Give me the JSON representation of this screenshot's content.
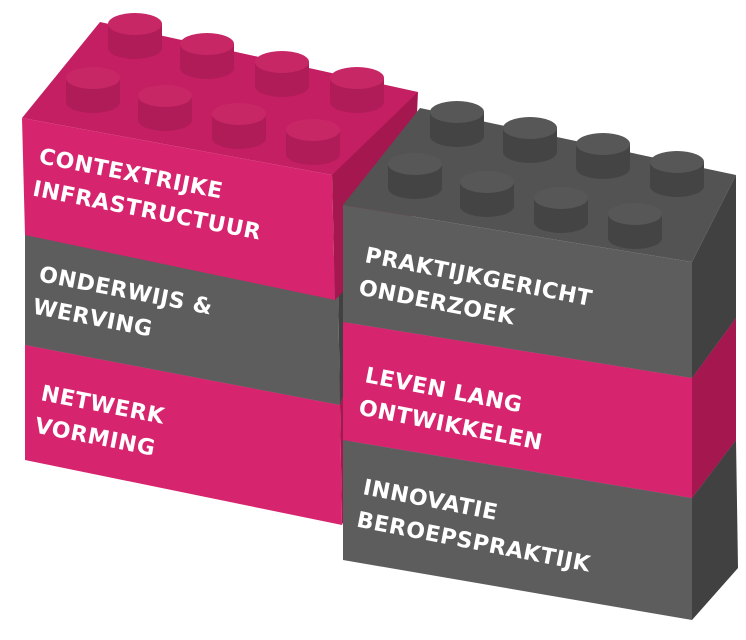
{
  "colors": {
    "pink_front": "#d6246e",
    "pink_top": "#c41f62",
    "pink_side": "#a5184f",
    "gray_front": "#5d5d5d",
    "gray_top": "#535353",
    "gray_side": "#414141",
    "background": "#ffffff"
  },
  "blocks": {
    "contextrijke": {
      "line1": "CONTEXTRIJKE",
      "line2": "INFRASTRUCTUUR"
    },
    "onderwijs": {
      "line1": "ONDERWIJS &",
      "line2": "WERVING"
    },
    "netwerk": {
      "line1": "NETWERK",
      "line2": "VORMING"
    },
    "praktijk": {
      "line1": "PRAKTIJKGERICHT",
      "line2": "ONDERZOEK"
    },
    "leven": {
      "line1": "LEVEN LANG",
      "line2": "ONTWIKKELEN"
    },
    "innovatie": {
      "line1": "INNOVATIE",
      "line2": "BEROEPSPRAKTIJK"
    }
  }
}
